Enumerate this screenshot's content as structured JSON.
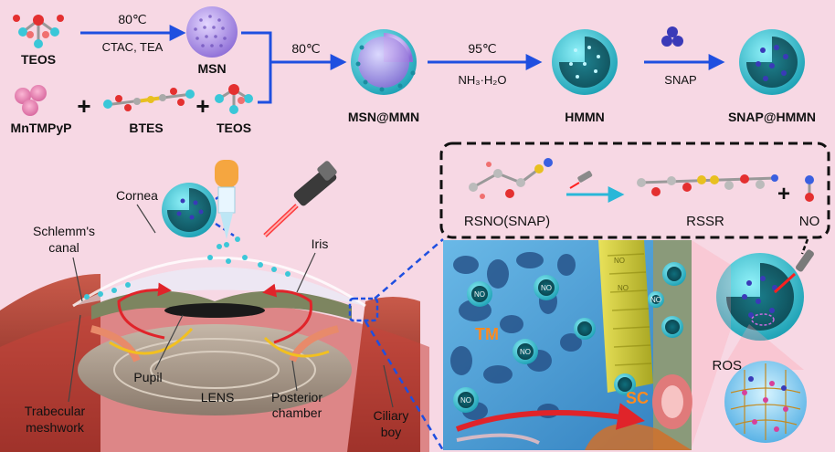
{
  "synthesis": {
    "teos_label": "TEOS",
    "step1_temp": "80℃",
    "step1_reagents": "CTAC, TEA",
    "msn_label": "MSN",
    "mntmpyp_label": "MnTMPyP",
    "plus": "+",
    "btes_label": "BTES",
    "teos2_label": "TEOS",
    "step2_temp": "80℃",
    "msn_mmn_label": "MSN@MMN",
    "step3_temp": "95℃",
    "step3_reagent": "NH₃·H₂O",
    "hmmn_label": "HMMN",
    "step4_reagent": "SNAP",
    "snap_hmmn_label": "SNAP@HMMN"
  },
  "reaction": {
    "reactant_label": "RSNO(SNAP)",
    "product_label": "RSSR",
    "plus": "+",
    "no_label": "NO"
  },
  "eye": {
    "cornea": "Cornea",
    "schlemm": [
      "Schlemm's",
      "canal"
    ],
    "iris": "Iris",
    "pupil": "Pupil",
    "lens": "LENS",
    "posterior": [
      "Posterior",
      "chamber"
    ],
    "trabecular": [
      "Trabecular",
      "meshwork"
    ],
    "ciliary": [
      "Ciliary",
      "boy"
    ]
  },
  "tissue": {
    "tm_label": "TM",
    "sc_label": "SC",
    "no_tag": "NO"
  },
  "ros_label": "ROS",
  "colors": {
    "background": "#f7d8e4",
    "shell": "#3cc7d8",
    "core": "#b89ae6",
    "arrow": "#1f4fe0",
    "tissue_blue": "#4aa6dc",
    "tissue_yellow": "#d8d23a",
    "laser": "#ff2020"
  }
}
